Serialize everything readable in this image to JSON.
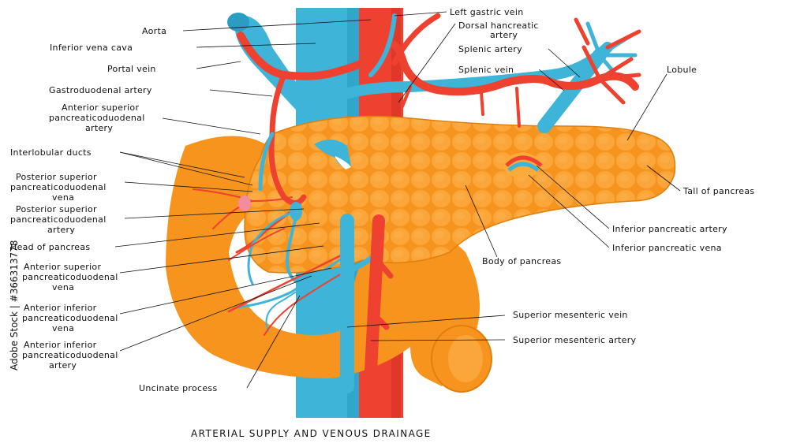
{
  "caption": "ARTERIAL SUPPLY AND VENOUS DRAINAGE",
  "watermark": "Adobe Stock | #366313778",
  "colors": {
    "pancreas": "#f7941d",
    "pancreas_light": "#fbab3a",
    "duodenum": "#f7941d",
    "artery": "#ef4130",
    "artery_dark": "#d2301f",
    "vein": "#3db4d8",
    "vein_dark": "#2b9cc2",
    "line": "#111111"
  },
  "labels": {
    "left_gastric_vein": "Left gastric vein",
    "dorsal_pancreatic_artery_1": "Dorsal hancreatic",
    "dorsal_pancreatic_artery_2": "artery",
    "splenic_artery": "Splenic artery",
    "splenic_vein": "Splenic vein",
    "lobule": "Lobule",
    "aorta": "Aorta",
    "inferior_vena_cava": "Inferior vena cava",
    "portal_vein": "Portal vein",
    "gastroduodenal_artery": "Gastroduodenal artery",
    "asp_artery_1": "Anterior superior",
    "asp_artery_2": "pancreaticoduodenal",
    "asp_artery_3": "artery",
    "interlobular_ducts": "Interlobular ducts",
    "psp_vena_1": "Posterior superior",
    "psp_vena_2": "pancreaticoduodenal",
    "psp_vena_3": "vena",
    "psp_artery_1": "Posterior superior",
    "psp_artery_2": "pancreaticoduodenal",
    "psp_artery_3": "artery",
    "head_of_pancreas": "Head of pancreas",
    "asp_vena_1": "Anterior superior",
    "asp_vena_2": "pancreaticoduodenal",
    "asp_vena_3": "vena",
    "aip_vena_1": "Anterior inferior",
    "aip_vena_2": "pancreaticoduodenal",
    "aip_vena_3": "vena",
    "aip_artery_1": "Anterior inferior",
    "aip_artery_2": "pancreaticoduodenal",
    "aip_artery_3": "artery",
    "uncinate_process": "Uncinate process",
    "tail_of_pancreas": "Tall of pancreas",
    "inferior_pancreatic_artery": "Inferior pancreatic artery",
    "inferior_pancreatic_vena": "Inferior pancreatic vena",
    "body_of_pancreas": "Body of pancreas",
    "superior_mesenteric_vein": "Superior mesenteric vein",
    "superior_mesenteric_artery": "Superior mesenteric artery"
  }
}
